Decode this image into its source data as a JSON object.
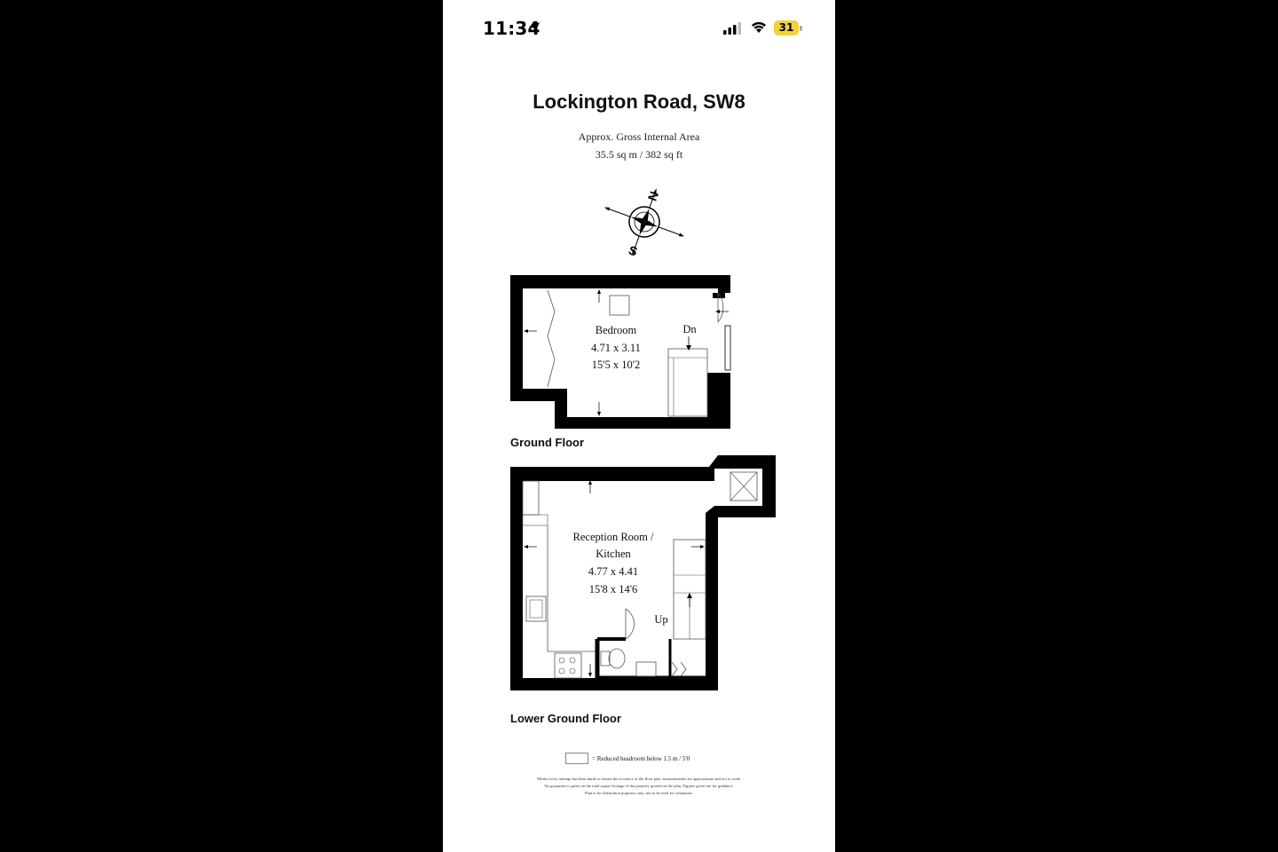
{
  "status_bar": {
    "time": "11:34",
    "battery_level": "31",
    "icons": [
      "location-arrow-icon",
      "cellular-signal-icon",
      "wifi-icon",
      "battery-icon"
    ]
  },
  "floorplan": {
    "title": "Lockington Road, SW8",
    "area_label": "Approx. Gross Internal Area",
    "area_value": "35.5 sq m / 382 sq ft",
    "compass": {
      "north": "N",
      "south": "S"
    },
    "ground_floor": {
      "label": "Ground Floor",
      "room_name": "Bedroom",
      "room_metric": "4.71 x 3.11",
      "room_imperial": "15'5 x 10'2",
      "stair_label": "Dn"
    },
    "lower_ground_floor": {
      "label": "Lower Ground Floor",
      "room_name_line1": "Reception Room /",
      "room_name_line2": "Kitchen",
      "room_metric": "4.77 x 4.41",
      "room_imperial": "15'8 x 14'6",
      "stair_label": "Up"
    },
    "legend_text": "= Reduced headroom below 1.5 m / 5'0",
    "disclaimer_lines": [
      "Whilst every attempt has been made to ensure the accuracy of the floor plan, measurements are approximate and not to scale.",
      "No guarantee is given on the total square footage of the property quoted on the plan. Figures given are for guidance.",
      "Plan is for illustration purposes only, not to be used for valuations."
    ]
  },
  "colors": {
    "wall": "#000000",
    "battery": "#f2d23c",
    "background": "#ffffff",
    "outer": "#000000"
  }
}
